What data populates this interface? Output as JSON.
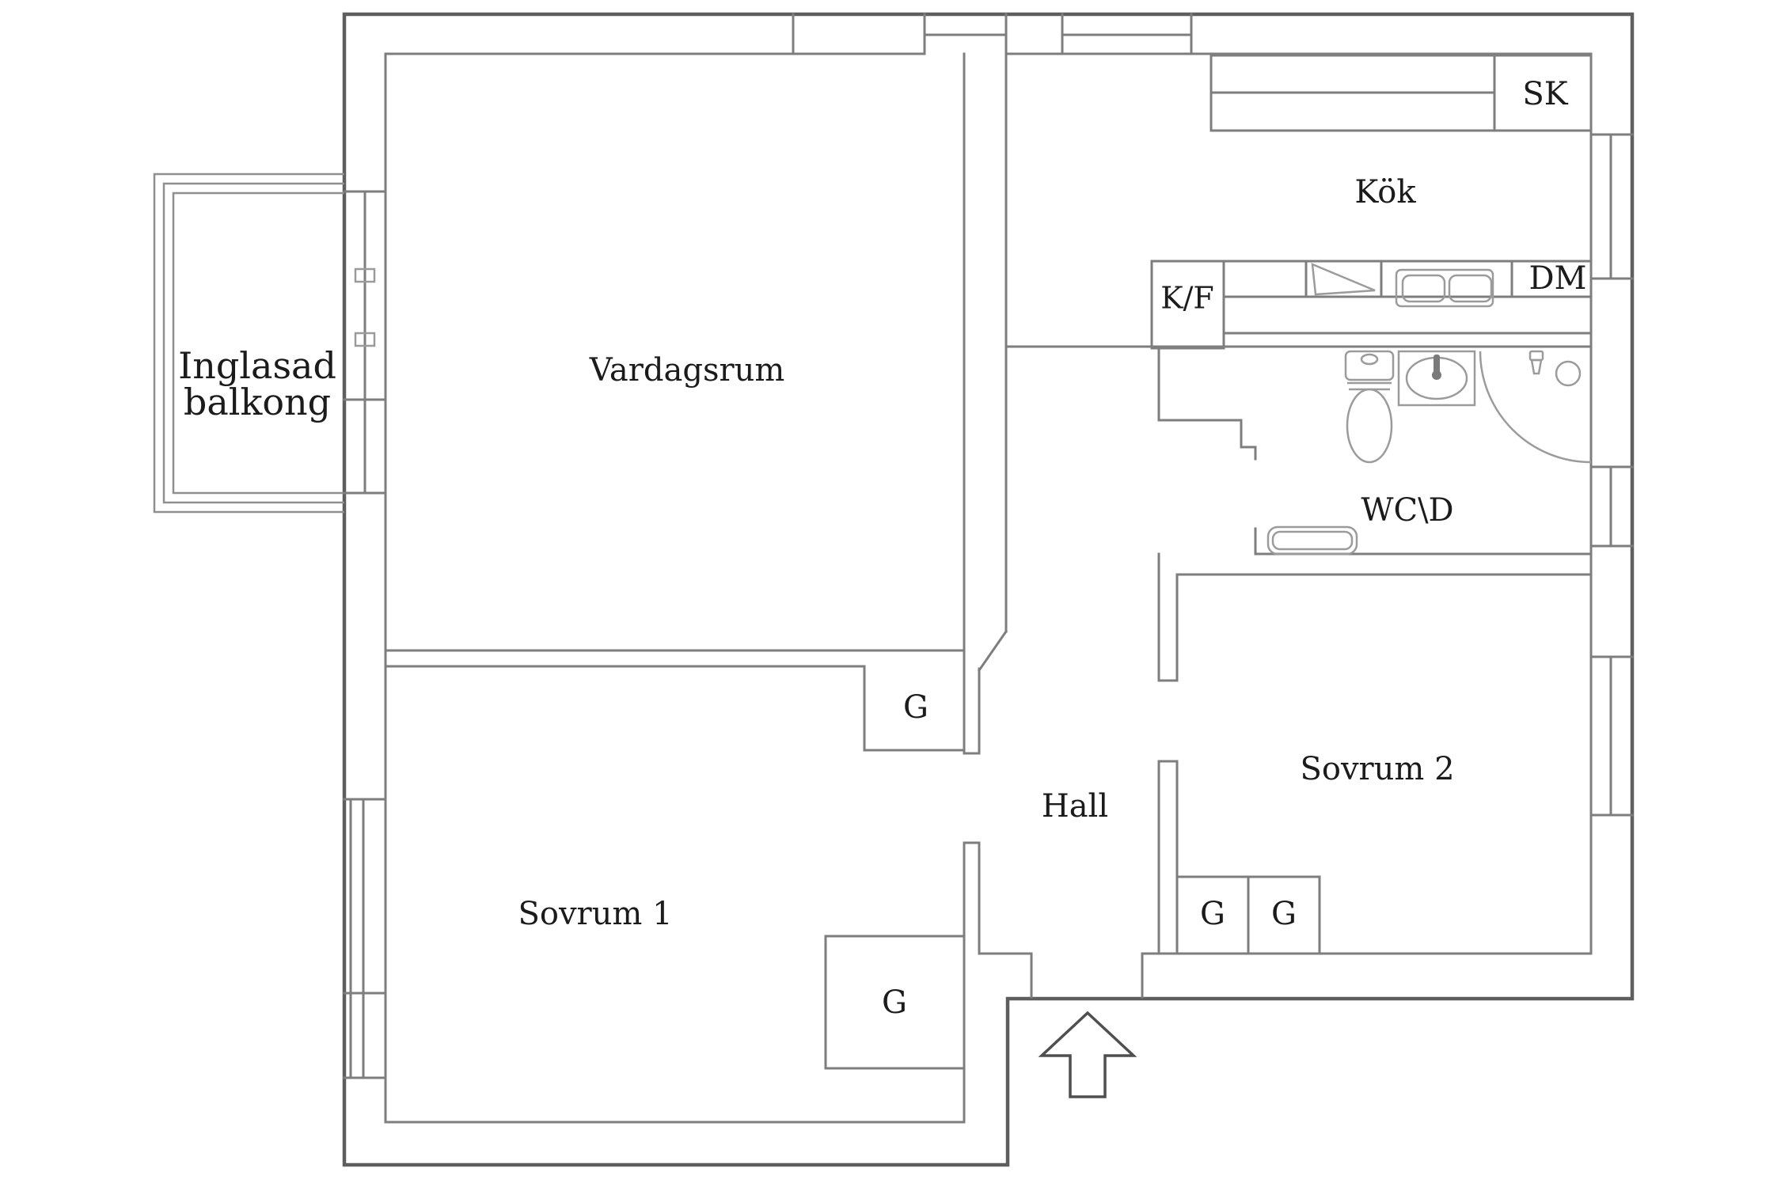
{
  "plan_title_visible_labels_only": true,
  "colors": {
    "wall_dark": "#5e5e5e",
    "wall": "#7e7e7e",
    "wall_light": "#8f8f8f",
    "fixture": "#9b9b9b",
    "text": "#1b1b1b",
    "bg": "#ffffff"
  },
  "rooms": {
    "balcony": {
      "label_line1": "Inglasad",
      "label_line2": "balkong"
    },
    "living_room": {
      "label": "Vardagsrum"
    },
    "kitchen": {
      "label": "Kök"
    },
    "hall": {
      "label": "Hall"
    },
    "bedroom1": {
      "label": "Sovrum 1"
    },
    "bedroom2": {
      "label": "Sovrum 2"
    },
    "bathroom": {
      "label": "WC\\D"
    }
  },
  "fixtures": {
    "closet": {
      "label": "SK"
    },
    "fridge_freezer": {
      "label": "K/F"
    },
    "dishwasher": {
      "label": "DM"
    },
    "wardrobes": {
      "living_room": "G",
      "bedroom1": "G",
      "bedroom2_left": "G",
      "bedroom2_right": "G"
    }
  },
  "icons": {
    "entrance_arrow": "outline-up-arrow",
    "toilet": "top-view-toilet",
    "washbasin": "oval-basin-with-tap",
    "shower": "corner-quarter-arc-with-head",
    "radiator": "double-rounded-rect",
    "stove": "diagonal-wedge",
    "kitchen_sink": "double-basin-inset",
    "balcony_door_handles": "small-rect-pair"
  }
}
